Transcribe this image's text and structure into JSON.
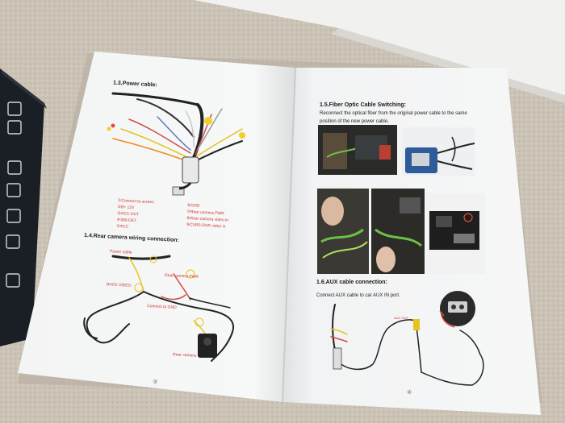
{
  "left_page": {
    "power_cable_heading": "1.3.Power cable:",
    "power_labels_left": [
      "①Connect to screen",
      "②B+ 12V",
      "③ACC-OUT",
      "④360-DET",
      "⑤ACC"
    ],
    "power_labels_right": [
      "⑥GND",
      "⑦Rear camera PWR",
      "⑧Rear camera video in",
      "⑨CVBS-DVR video in"
    ],
    "rear_camera_heading": "1.4.Rear camera wiring connection:",
    "rear_labels": {
      "power_cable": "Power cable",
      "rear_camera_pwr": "Rear camera PWR",
      "back_video": "BACK VIDEO",
      "connect_gnd": "Connect to GND",
      "rear_camera": "Rear camera"
    },
    "page_number": "③"
  },
  "right_page": {
    "fiber_heading": "1.5.Fiber Optic Cable Switching:",
    "fiber_text_1": "Reconnect the optical fiber from the original power cable to the same",
    "fiber_text_2": "position of the new power cable.",
    "aux_heading": "1.6.AUX cable connection:",
    "aux_text": "Connect AUX cable to car AUX IN port.",
    "aux_label": "AUX OUT",
    "page_number": "④"
  },
  "box_icons": [
    "ce-mark-icon",
    "weee-bin-icon",
    "recycle-icon",
    "fragile-glass-icon",
    "keep-dry-icon",
    "this-way-up-icon",
    "handle-care-icon"
  ]
}
